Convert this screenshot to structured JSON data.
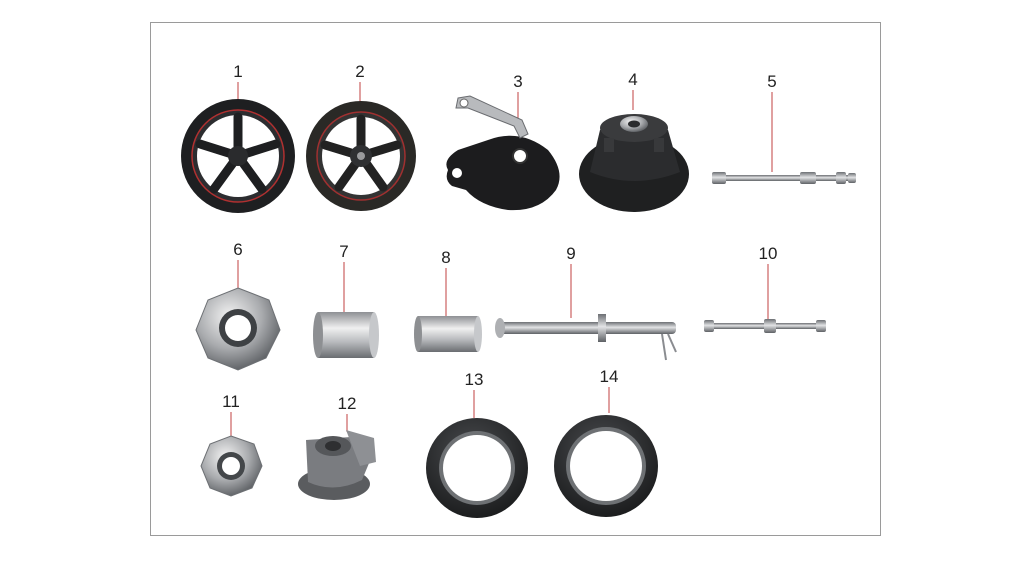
{
  "parts": [
    {
      "number": "1",
      "icon": "wheel-icon"
    },
    {
      "number": "2",
      "icon": "wheel-icon"
    },
    {
      "number": "3",
      "icon": "brake-plate-icon"
    },
    {
      "number": "4",
      "icon": "hub-icon"
    },
    {
      "number": "5",
      "icon": "axle-icon"
    },
    {
      "number": "6",
      "icon": "nut-icon"
    },
    {
      "number": "7",
      "icon": "spacer-icon"
    },
    {
      "number": "8",
      "icon": "spacer-icon"
    },
    {
      "number": "9",
      "icon": "axle-icon"
    },
    {
      "number": "10",
      "icon": "axle-icon"
    },
    {
      "number": "11",
      "icon": "nut-icon"
    },
    {
      "number": "12",
      "icon": "gear-housing-icon"
    },
    {
      "number": "13",
      "icon": "oil-seal-icon"
    },
    {
      "number": "14",
      "icon": "oil-seal-icon"
    }
  ]
}
